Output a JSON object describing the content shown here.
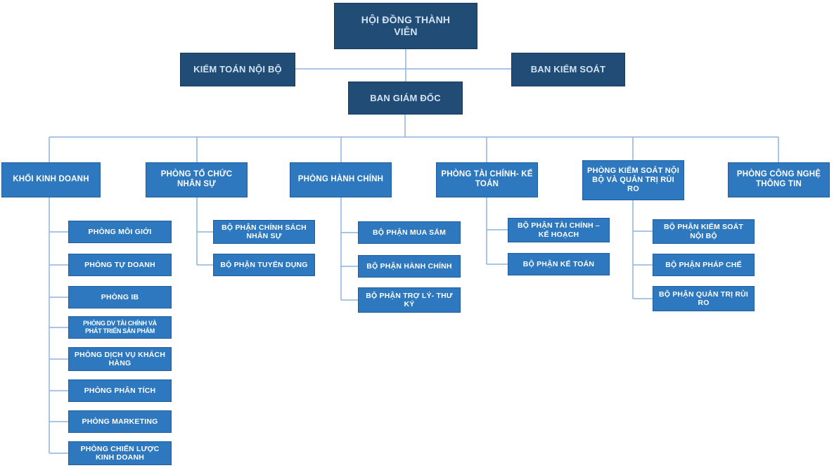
{
  "colors": {
    "dark": "#204C75",
    "mid": "#2D78BE",
    "line": "#8FB4DC",
    "dark_text": "#D2E3F3"
  },
  "org": {
    "root": {
      "label": "HỘI ĐỒNG THÀNH VIÊN"
    },
    "advisors": [
      {
        "label": "KIỂM TOÁN NỘI BỘ"
      },
      {
        "label": "BAN KIỂM SOÁT"
      }
    ],
    "executive": {
      "label": "BAN GIÁM ĐỐC"
    },
    "branches": [
      {
        "label": "KHỐI KINH DOANH",
        "children": [
          "PHÒNG MÔI GIỚI",
          "PHÒNG TỰ DOANH",
          "PHÒNG IB",
          "PHÒNG DV TÀI CHÍNH VÀ PHÁT TRIỂN SẢN PHẨM",
          "PHÒNG DỊCH VỤ KHÁCH HÀNG",
          "PHÒNG PHÂN TÍCH",
          "PHÒNG MARKETING",
          "PHÒNG CHIẾN LƯỢC KINH DOANH"
        ]
      },
      {
        "label": "PHÒNG TỔ CHỨC NHÂN SỰ",
        "children": [
          "BỘ PHẬN CHÍNH SÁCH NHÂN SỰ",
          "BỘ PHẬN TUYỂN DỤNG"
        ]
      },
      {
        "label": "PHÒNG HÀNH CHÍNH",
        "children": [
          "BỘ PHẬN MUA SẮM",
          "BỘ PHẬN HÀNH CHÍNH",
          "BỘ PHẬN TRỢ LÝ- THƯ KÝ"
        ]
      },
      {
        "label": "PHÒNG TÀI CHÍNH- KẾ TOÁN",
        "children": [
          "BỘ PHẬN TÀI CHÍNH – KẾ HOẠCH",
          "BỘ PHẬN KẾ TOÁN"
        ]
      },
      {
        "label": "PHÒNG KIỂM SOÁT NỘI BỘ VÀ QUẢN TRỊ RỦI RO",
        "children": [
          "BỘ PHẬN KIỂM SOÁT NỘI BỘ",
          "BỘ PHẬN PHÁP CHẾ",
          "BỘ PHẬN QUẢN TRỊ RỦI RO"
        ]
      },
      {
        "label": "PHÒNG CÔNG NGHỆ THÔNG TIN",
        "children": []
      }
    ]
  }
}
